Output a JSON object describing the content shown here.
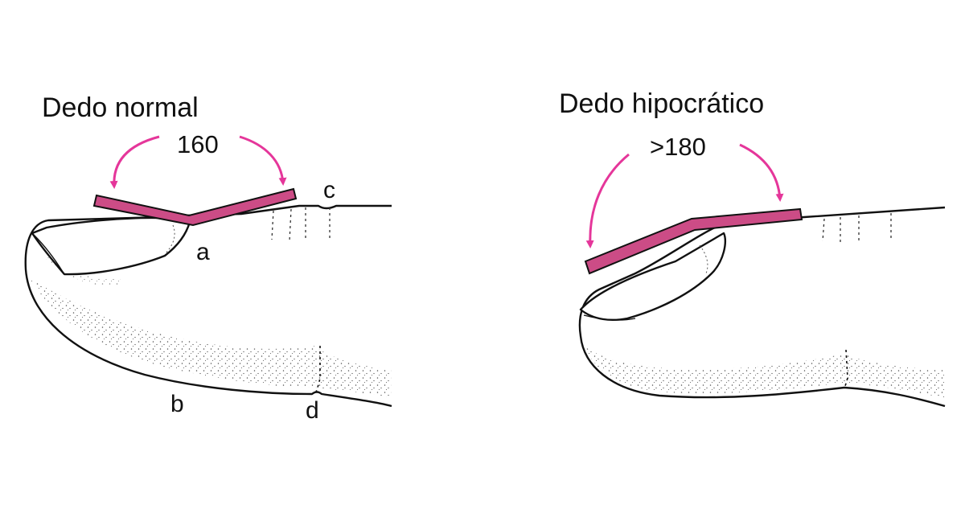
{
  "colors": {
    "angle_bar": "#cc4c86",
    "arrow": "#e5369a",
    "outline": "#111111"
  },
  "normal": {
    "title": "Dedo normal",
    "angle": "160",
    "labels": {
      "a": "a",
      "b": "b",
      "c": "c",
      "d": "d"
    }
  },
  "clubbed": {
    "title": "Dedo hipocrático",
    "angle": ">180"
  }
}
